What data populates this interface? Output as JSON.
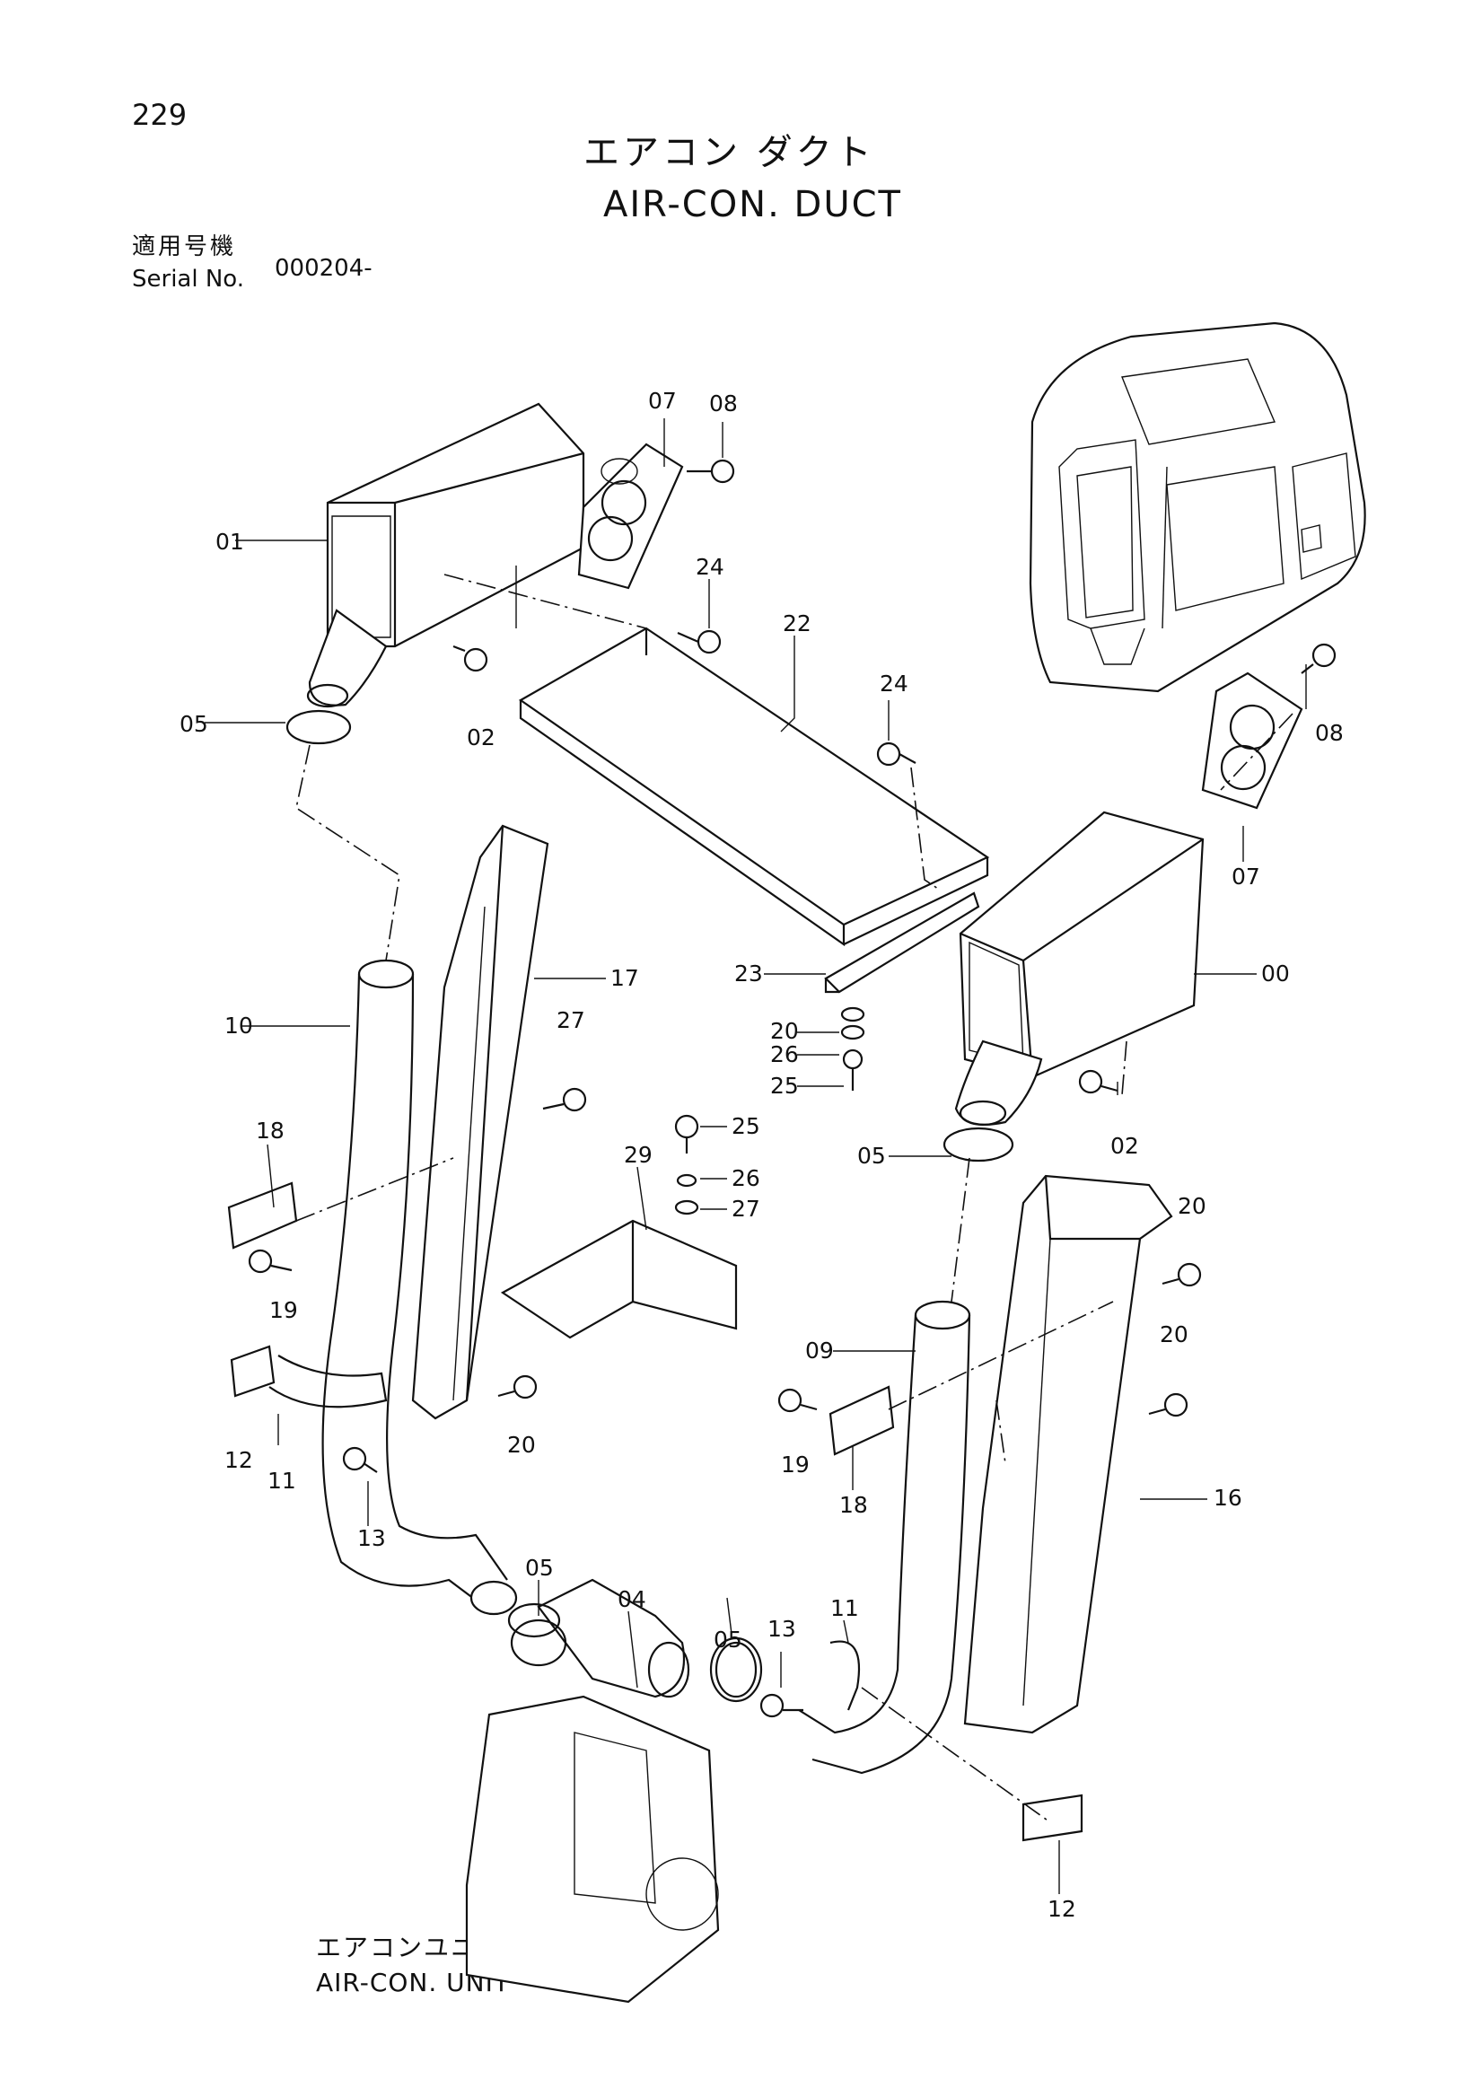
{
  "page": {
    "number": "229"
  },
  "title": {
    "japanese": "エアコン ダクト",
    "english": "AIR-CON. DUCT"
  },
  "serial": {
    "label_japanese": "適用号機",
    "label_english": "Serial No.",
    "value": "000204-"
  },
  "unit_label": {
    "japanese": "エアコンユニット",
    "english": "AIR-CON. UNIT"
  },
  "callouts": [
    "07",
    "08",
    "01",
    "24",
    "22",
    "05",
    "02",
    "24",
    "08",
    "07",
    "17",
    "00",
    "10",
    "23",
    "27",
    "20",
    "26",
    "25",
    "25",
    "18",
    "29",
    "26",
    "27",
    "05",
    "02",
    "20",
    "20",
    "19",
    "09",
    "12",
    "11",
    "20",
    "19",
    "18",
    "16",
    "13",
    "05",
    "04",
    "13",
    "11",
    "05",
    "12"
  ]
}
